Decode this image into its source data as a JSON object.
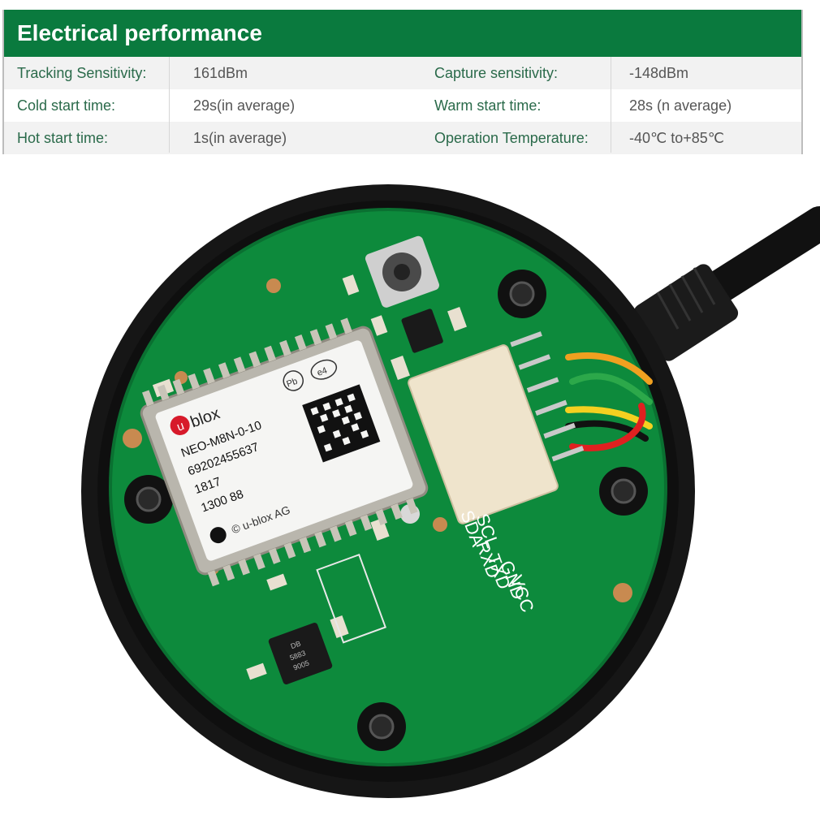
{
  "header": {
    "title": "Electrical performance"
  },
  "rows": [
    {
      "label1": "Tracking Sensitivity:",
      "value1": "161dBm",
      "label2": "Capture sensitivity:",
      "value2": "-148dBm"
    },
    {
      "label1": "Cold start time:",
      "value1": "29s(in average)",
      "label2": "Warm start time:",
      "value2": "28s (n average)"
    },
    {
      "label1": "Hot start time:",
      "value1": "1s(in average)",
      "label2": "Operation Temperature:",
      "value2": "-40℃ to+85℃"
    }
  ],
  "module": {
    "brand": "blox",
    "brand_prefix": "u",
    "model": "NEO-M8N-0-10",
    "serial": "69202455637",
    "line3": "1817",
    "line4": "1300  88",
    "copyright": "© u-blox AG",
    "pb_mark": "Pb",
    "e4_mark": "e4"
  },
  "chip": {
    "l1": "DB",
    "l2": "5883",
    "l3": "9005"
  },
  "pins": [
    "SDA",
    "SCL",
    "RXD",
    "TXD",
    "GND",
    "VCC"
  ],
  "colors": {
    "header_green": "#0a7a3e",
    "pcb_green": "#0d8a3c",
    "housing": "#161616"
  }
}
